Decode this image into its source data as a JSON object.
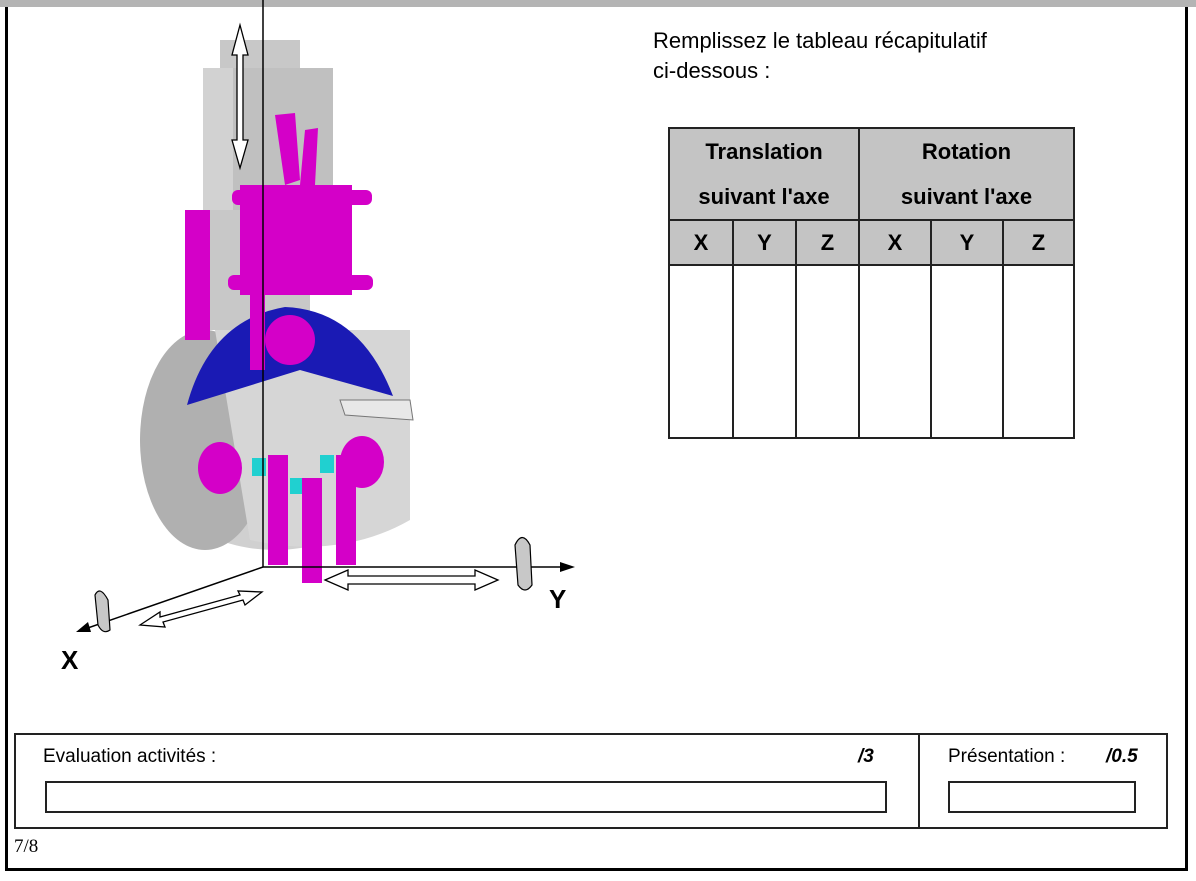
{
  "instruction": {
    "line1": "Remplissez le tableau récapitulatif",
    "line2": "ci-dessous :"
  },
  "table": {
    "group_headers": [
      {
        "line1": "Translation",
        "line2": "suivant l'axe"
      },
      {
        "line1": "Rotation",
        "line2": "suivant l'axe"
      }
    ],
    "axis_headers": [
      "X",
      "Y",
      "Z",
      "X",
      "Y",
      "Z"
    ],
    "cells": [
      "",
      "",
      "",
      "",
      "",
      ""
    ]
  },
  "figure": {
    "axis_x_label": "X",
    "axis_y_label": "Y"
  },
  "evaluation": {
    "label": "Evaluation activités :",
    "max": "/3",
    "value": ""
  },
  "presentation": {
    "label": "Présentation :",
    "max": "/0.5",
    "value": ""
  },
  "page_number": "7/8"
}
